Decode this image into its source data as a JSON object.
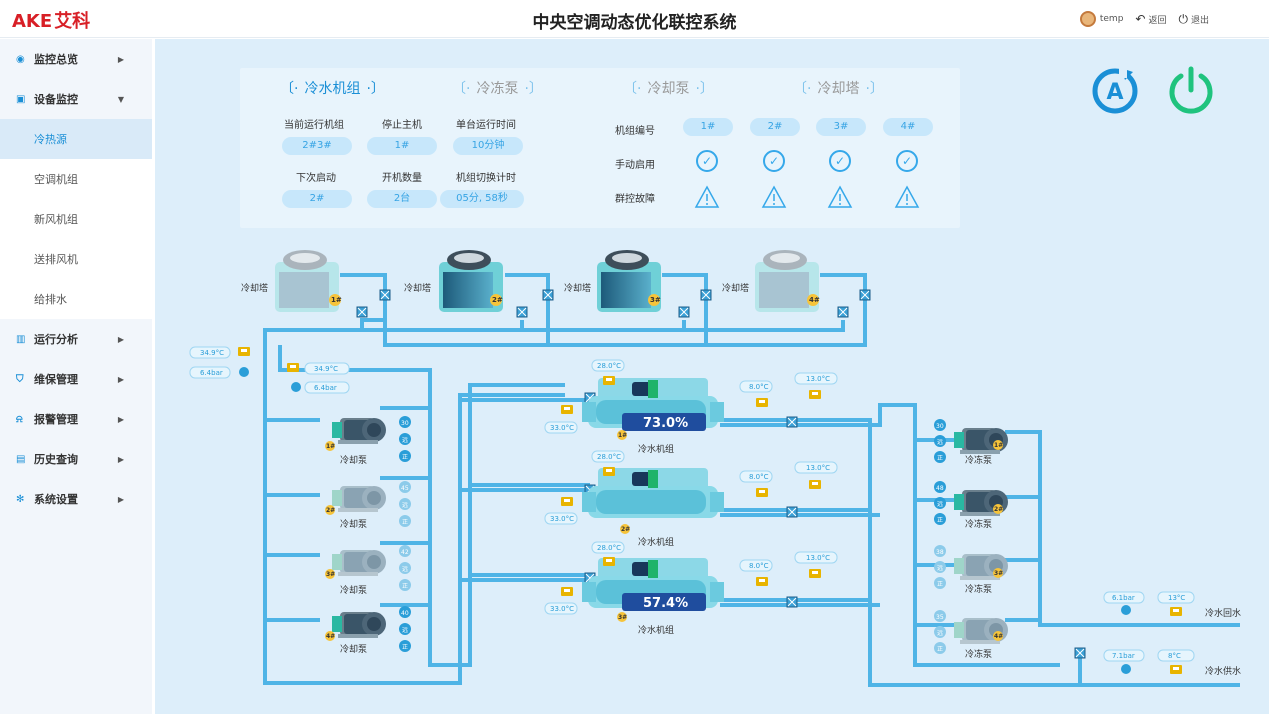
{
  "brand": {
    "logo": "AKE",
    "name": "艾科"
  },
  "title": "中央空调动态优化联控系统",
  "user": {
    "name": "temp",
    "back_label": "返回",
    "logout_label": "退出"
  },
  "sidebar": {
    "items": [
      {
        "label": "监控总览",
        "icon": "eye-icon"
      },
      {
        "label": "设备监控",
        "icon": "monitor-icon",
        "expanded": true,
        "children": [
          "冷热源",
          "空调机组",
          "新风机组",
          "送排风机",
          "给排水"
        ],
        "active_child": "冷热源"
      },
      {
        "label": "运行分析",
        "icon": "chart-icon"
      },
      {
        "label": "维保管理",
        "icon": "shield-icon"
      },
      {
        "label": "报警管理",
        "icon": "alarm-icon"
      },
      {
        "label": "历史查询",
        "icon": "history-icon"
      },
      {
        "label": "系统设置",
        "icon": "gear-icon"
      }
    ]
  },
  "tabs": [
    "冷水机组",
    "冷冻泵",
    "冷却泵",
    "冷却塔"
  ],
  "active_tab": "冷水机组",
  "info": {
    "current_running_label": "当前运行机组",
    "current_running": "2#3#",
    "stop_host_label": "停止主机",
    "stop_host": "1#",
    "run_time_label": "单台运行时间",
    "run_time": "10分钟",
    "next_start_label": "下次启动",
    "next_start": "2#",
    "count_label": "开机数量",
    "count": "2台",
    "switch_label": "机组切换计时",
    "switch_time": "05分, 58秒"
  },
  "units": {
    "id_label": "机组编号",
    "manual_label": "手动启用",
    "fault_label": "群控故障",
    "ids": [
      "1#",
      "2#",
      "3#",
      "4#"
    ]
  },
  "diagram": {
    "tower_label": "冷却塔",
    "tower_ids": [
      "1#",
      "2#",
      "3#",
      "4#"
    ],
    "main_temp": "34.9°C",
    "main_pressure": "6.4bar",
    "sub_temp": "34.9°C",
    "sub_pressure": "6.4bar",
    "cooling_pump_label": "冷却泵",
    "cooling_pumps": [
      {
        "id": "1#",
        "freq": "30",
        "remote": "远",
        "dir": "正"
      },
      {
        "id": "2#",
        "freq": "45",
        "remote": "远",
        "dir": "正"
      },
      {
        "id": "3#",
        "freq": "42",
        "remote": "远",
        "dir": "正"
      },
      {
        "id": "4#",
        "freq": "40",
        "remote": "远",
        "dir": "正"
      }
    ],
    "chiller_label": "冷水机组",
    "chillers": [
      {
        "id": "1#",
        "load": "73.0%",
        "in_temp": "28.0°C",
        "out_temp": "33.0°C",
        "ch_out": "8.0°C",
        "ch_in": "13.0°C"
      },
      {
        "id": "2#",
        "load": "",
        "in_temp": "28.0°C",
        "out_temp": "33.0°C",
        "ch_out": "8.0°C",
        "ch_in": "13.0°C"
      },
      {
        "id": "3#",
        "load": "57.4%",
        "in_temp": "28.0°C",
        "out_temp": "33.0°C",
        "ch_out": "8.0°C",
        "ch_in": "13.0°C"
      }
    ],
    "chilled_pump_label": "冷冻泵",
    "chilled_pumps": [
      {
        "id": "1#",
        "freq": "30",
        "remote": "远",
        "dir": "正"
      },
      {
        "id": "2#",
        "freq": "48",
        "remote": "远",
        "dir": "正"
      },
      {
        "id": "3#",
        "freq": "38",
        "remote": "远",
        "dir": "正"
      },
      {
        "id": "4#",
        "freq": "35",
        "remote": "远",
        "dir": "正"
      }
    ],
    "return_label": "冷水回水",
    "return_pressure": "6.1bar",
    "return_temp": "13°C",
    "supply_label": "冷水供水",
    "supply_pressure": "7.1bar",
    "supply_temp": "8°C"
  },
  "colors": {
    "accent": "#1a8fd6",
    "pipe": "#4fb4e6",
    "pill": "#c7e7fb",
    "power": "#1fc37e",
    "warn": "#e8b400"
  }
}
